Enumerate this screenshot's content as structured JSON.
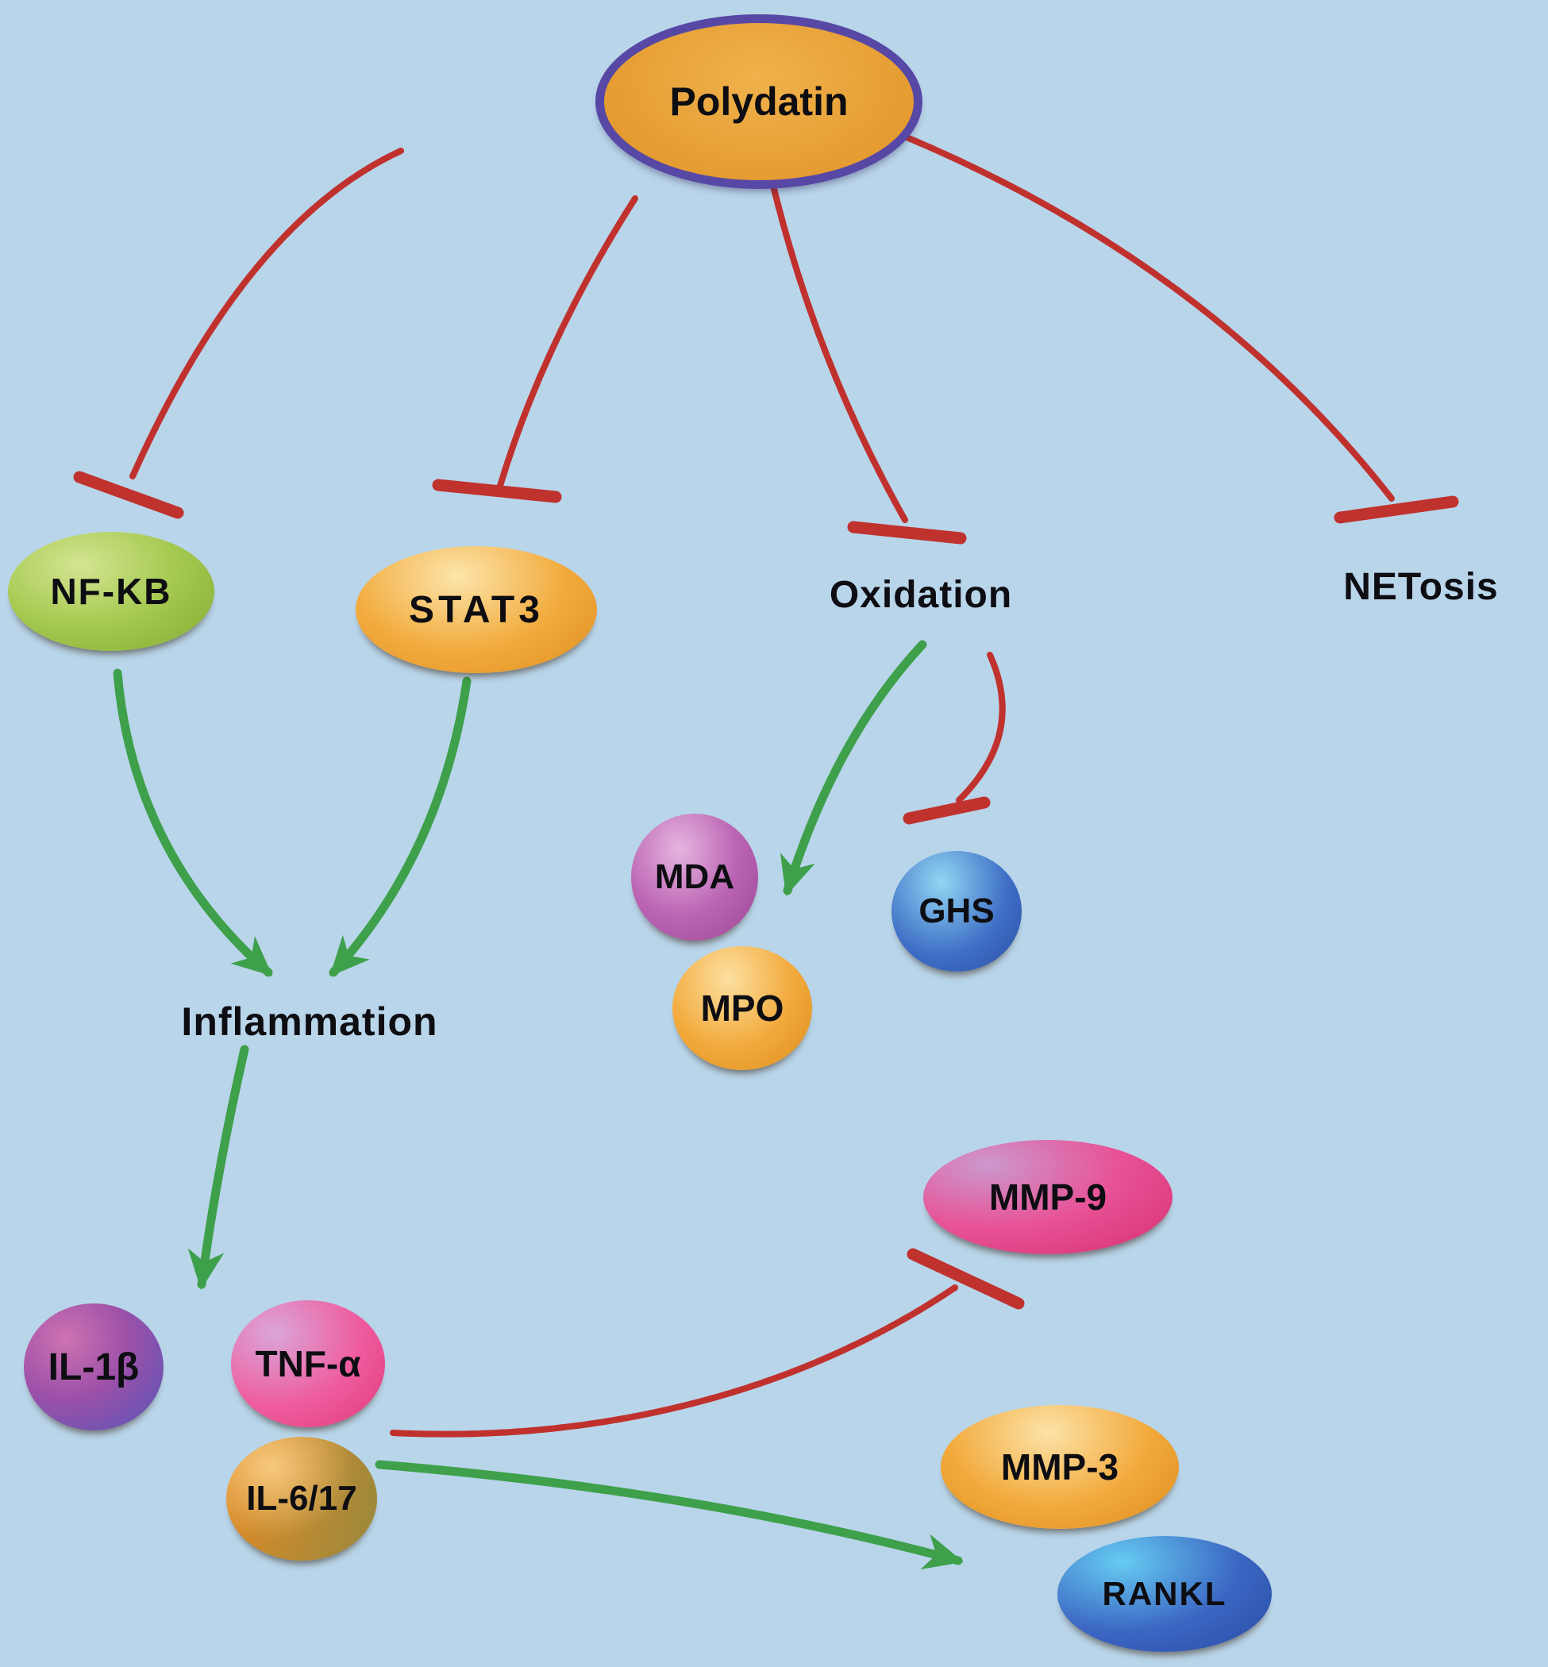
{
  "diagram": {
    "title": "Polydatin pathway diagram",
    "background": "#B9D5EA",
    "colors": {
      "inhibit_line": "#C0322E",
      "activate_line": "#3EA04B",
      "label_text": "#0d0d12",
      "polydatin_fill": "#E9A63C",
      "polydatin_border": "#5748A5",
      "nfkb_fill": "#A6C950",
      "stat3_fill": "#F2AA3C",
      "mda_fill": "#BB64B3",
      "mpo_fill": "#F2A93B",
      "ghs_fill": "#3E6FC6",
      "il1b_fill": "#8153AE",
      "tnfa_fill": "#EE5C9F",
      "il617_fill": "#C08A31",
      "mmp9_fill": "#E85297",
      "mmp3_fill": "#F2A93B",
      "rankl_fill": "#3B67C3"
    },
    "nodes": {
      "polydatin": {
        "label": "Polydatin",
        "shape": "ellipse"
      },
      "nfkb": {
        "label": "NF-KB",
        "shape": "blob"
      },
      "stat3": {
        "label": "STAT3",
        "shape": "blob"
      },
      "oxidation": {
        "label": "Oxidation",
        "shape": "text"
      },
      "netosis": {
        "label": "NETosis",
        "shape": "text"
      },
      "mda": {
        "label": "MDA",
        "shape": "blob"
      },
      "mpo": {
        "label": "MPO",
        "shape": "blob"
      },
      "ghs": {
        "label": "GHS",
        "shape": "blob"
      },
      "inflammation": {
        "label": "Inflammation",
        "shape": "text"
      },
      "il1b": {
        "label": "IL-1β",
        "shape": "blob"
      },
      "tnfa": {
        "label": "TNF-α",
        "shape": "blob"
      },
      "il617": {
        "label": "IL-6/17",
        "shape": "blob"
      },
      "mmp9": {
        "label": "MMP-9",
        "shape": "blob"
      },
      "mmp3": {
        "label": "MMP-3",
        "shape": "blob"
      },
      "rankl": {
        "label": "RANKL",
        "shape": "blob"
      }
    },
    "edges": [
      {
        "from": "polydatin",
        "to": "nfkb",
        "effect": "inhibit"
      },
      {
        "from": "polydatin",
        "to": "stat3",
        "effect": "inhibit"
      },
      {
        "from": "polydatin",
        "to": "oxidation",
        "effect": "inhibit"
      },
      {
        "from": "polydatin",
        "to": "netosis",
        "effect": "inhibit"
      },
      {
        "from": "nfkb",
        "to": "inflammation",
        "effect": "activate"
      },
      {
        "from": "stat3",
        "to": "inflammation",
        "effect": "activate"
      },
      {
        "from": "oxidation",
        "to": "mda-mpo",
        "effect": "activate"
      },
      {
        "from": "oxidation",
        "to": "ghs",
        "effect": "inhibit"
      },
      {
        "from": "inflammation",
        "to": "il1b-tnfa-il617",
        "effect": "activate"
      },
      {
        "from": "tnfa-il617",
        "to": "mmp9",
        "effect": "inhibit"
      },
      {
        "from": "il617",
        "to": "mmp3-rankl",
        "effect": "activate"
      }
    ]
  }
}
